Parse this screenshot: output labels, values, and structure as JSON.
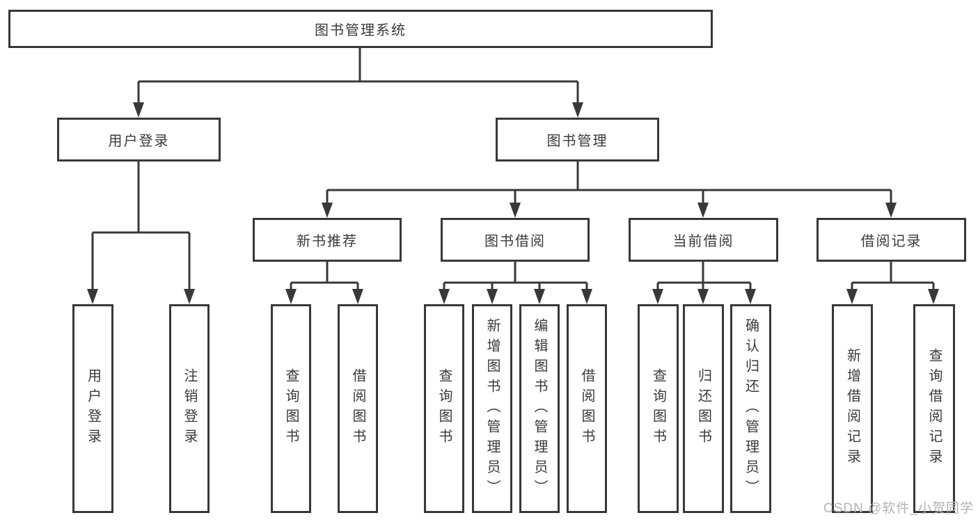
{
  "colors": {
    "line": "#383838",
    "text": "#3a3a3a",
    "box_background": "#ffffff",
    "page_background": "#ffffff",
    "watermark": "#b3b3b3"
  },
  "watermark": {
    "text": "CSDN @软件_小贺同学"
  },
  "tree": {
    "root": {
      "label": "图书管理系统",
      "children": [
        {
          "label": "用户登录",
          "children": [
            {
              "label": "用户登录"
            },
            {
              "label": "注销登录"
            }
          ]
        },
        {
          "label": "图书管理",
          "children": [
            {
              "label": "新书推荐",
              "children": [
                {
                  "label": "查询图书"
                },
                {
                  "label": "借阅图书"
                }
              ]
            },
            {
              "label": "图书借阅",
              "children": [
                {
                  "label": "查询图书"
                },
                {
                  "label": "新增图书（管理员）"
                },
                {
                  "label": "编辑图书（管理员）"
                },
                {
                  "label": "借阅图书"
                }
              ]
            },
            {
              "label": "当前借阅",
              "children": [
                {
                  "label": "查询图书"
                },
                {
                  "label": "归还图书"
                },
                {
                  "label": "确认归还（管理员）"
                }
              ]
            },
            {
              "label": "借阅记录",
              "children": [
                {
                  "label": "新增借阅记录"
                },
                {
                  "label": "查询借阅记录"
                }
              ]
            }
          ]
        }
      ]
    }
  }
}
